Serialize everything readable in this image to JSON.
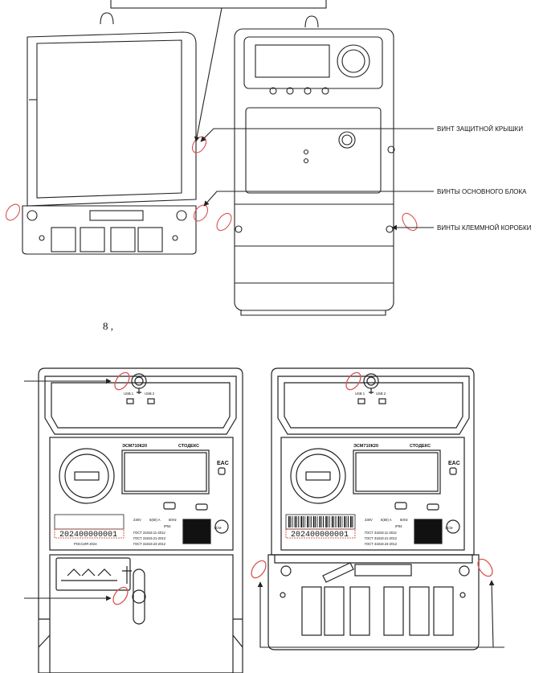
{
  "callouts": {
    "cover_screw": "ВИНТ ЗАЩИТНОЙ КРЫШКИ",
    "main_block_screws": "ВИНТЫ ОСНОВНОГО БЛОКА",
    "terminal_box_screws": "ВИНТЫ КЛЕММНОЙ КОРОБКИ"
  },
  "figure_mark": "8 ,",
  "meter_left": {
    "model": "ЭСМ710К20",
    "brand": "СТОДЕКС",
    "ports": [
      "USB 1",
      "USB 2"
    ],
    "eac": "EAC",
    "serial": "202400000001",
    "country": "РОССИЯ 2024",
    "specs": [
      "230V",
      "5(60) A",
      "50Hz",
      "IP54"
    ],
    "standards": [
      "ГОСТ 31818.11-2012",
      "ГОСТ 31819.21-2012",
      "ГОСТ 31819.23-2012"
    ],
    "esm_mark": "ЭСМ"
  },
  "meter_right": {
    "model": "ЭСМ710К20",
    "brand": "СТОДЕКС",
    "ports": [
      "USB 1",
      "USB 2"
    ],
    "eac": "EAC",
    "serial": "202400000001",
    "specs": [
      "230V",
      "5(60) A",
      "50Hz",
      "IP54"
    ],
    "standards": [
      "ГОСТ 31818.11-2012",
      "ГОСТ 31819.21-2012",
      "ГОСТ 31819.23-2012"
    ],
    "esm_mark": "ЭСМ"
  },
  "colors": {
    "line": "#222222",
    "screw_marker": "#d9534f",
    "bg": "#ffffff"
  }
}
